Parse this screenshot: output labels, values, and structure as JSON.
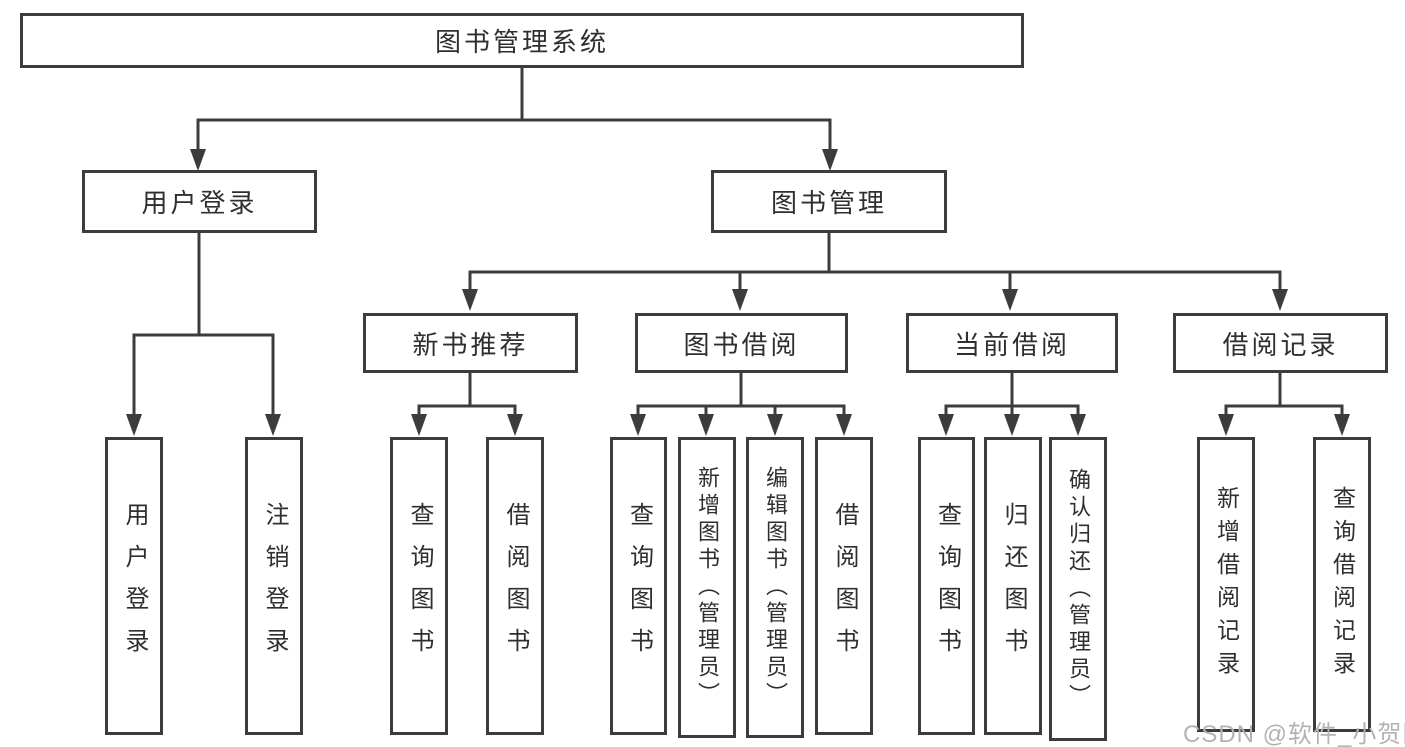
{
  "diagram": {
    "root": "图书管理系统",
    "branches": [
      {
        "label": "用户登录",
        "children": [
          "用户登录",
          "注销登录"
        ]
      },
      {
        "label": "图书管理",
        "groups": [
          {
            "label": "新书推荐",
            "children": [
              "查询图书",
              "借阅图书"
            ]
          },
          {
            "label": "图书借阅",
            "children": [
              "查询图书",
              "新增图书（管理员）",
              "编辑图书（管理员）",
              "借阅图书"
            ]
          },
          {
            "label": "当前借阅",
            "children": [
              "查询图书",
              "归还图书",
              "确认归还（管理员）"
            ]
          },
          {
            "label": "借阅记录",
            "children": [
              "新增借阅记录",
              "查询借阅记录"
            ]
          }
        ]
      }
    ]
  },
  "watermark": "CSDN @软件_小贺同学",
  "colors": {
    "line": "#3c3c3e",
    "text": "#2f2f2f",
    "watermark": "#b3b3b3",
    "background": "#ffffff"
  }
}
